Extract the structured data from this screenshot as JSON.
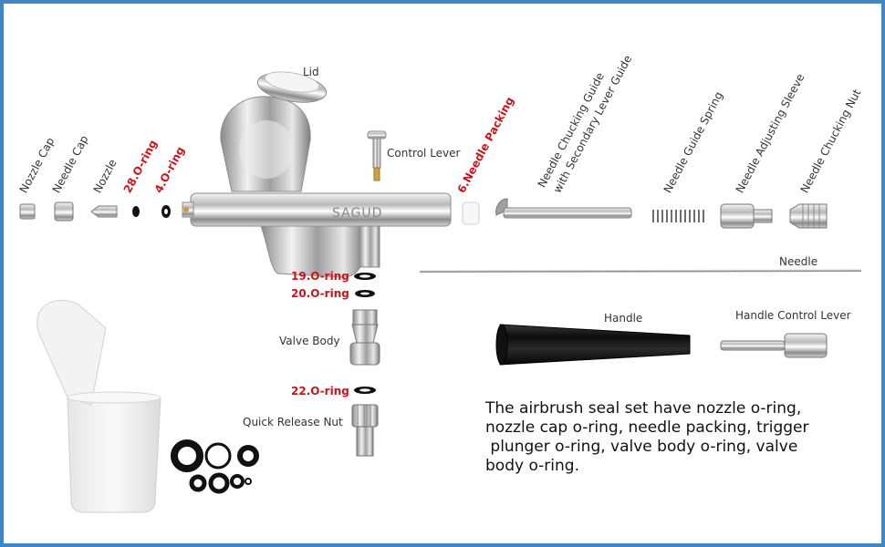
{
  "brand": "SAGUD",
  "labels": {
    "lid": "Lid",
    "control_lever": "Control Lever",
    "nozzle_cap": "Nozzle Cap",
    "needle_cap": "Needle Cap",
    "nozzle": "Nozzle",
    "o_ring_28": "28.O-ring",
    "o_ring_4": "4.O-ring",
    "needle_packing": "6.Needle Packing",
    "needle_chucking_guide_1": "Needle Chucking Guide",
    "needle_chucking_guide_2": "with Secondary Lever Guide",
    "needle_guide_spring": "Needle Guide Spring",
    "needle_adjusting_sleeve": "Needle Adjusting Sleeve",
    "needle_chucking_nut": "Needle Chucking Nut",
    "needle": "Needle",
    "o_ring_19": "19.O-ring",
    "o_ring_20": "20.O-ring",
    "valve_body": "Valve Body",
    "o_ring_22": "22.O-ring",
    "quick_release_nut": "Quick Release Nut",
    "handle": "Handle",
    "handle_control_lever": "Handle Control Lever"
  },
  "description_lines": [
    "The airbrush seal set have nozzle o-ring,",
    "nozzle cap o-ring, needle packing, trigger",
    " plunger o-ring, valve body o-ring, valve",
    "body o-ring."
  ],
  "colors": {
    "border": "#3f86c7",
    "highlight_label": "#c8161d",
    "label": "#333333"
  }
}
